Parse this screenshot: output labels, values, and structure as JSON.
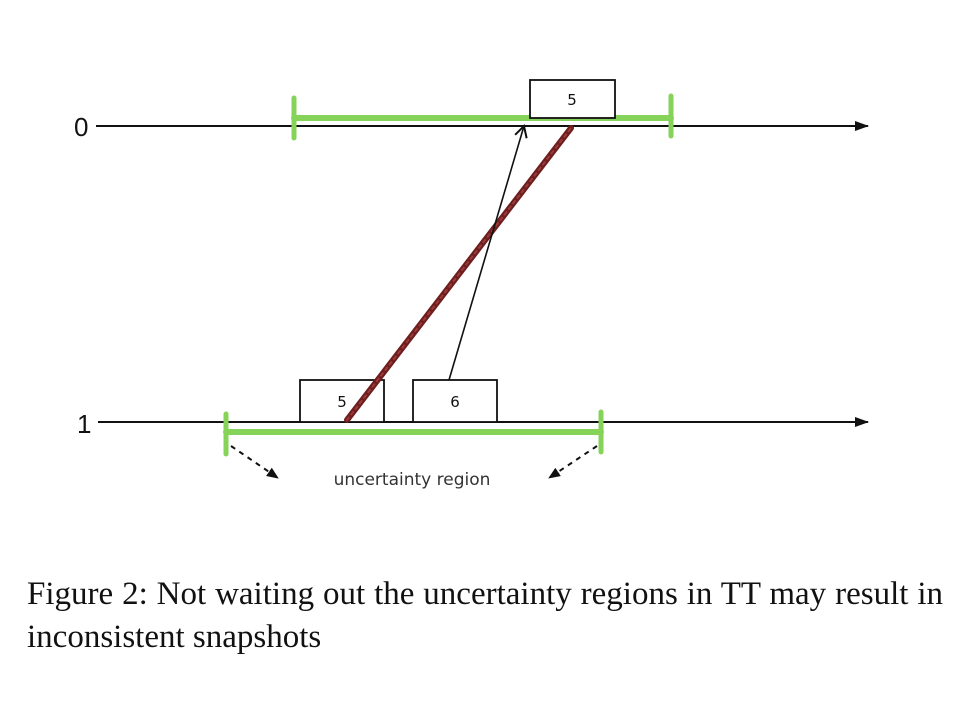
{
  "timelines": [
    {
      "label": "0"
    },
    {
      "label": "1"
    }
  ],
  "boxes": {
    "top": "5",
    "bottom_left": "5",
    "bottom_right": "6"
  },
  "region_label": "uncertainty region",
  "caption": "Figure 2: Not waiting out the uncertainty regions in TT may result in inconsistent snapshots",
  "colors": {
    "interval": "#86d35a",
    "crossed_line": "#6e1e1e",
    "line": "#111111"
  }
}
